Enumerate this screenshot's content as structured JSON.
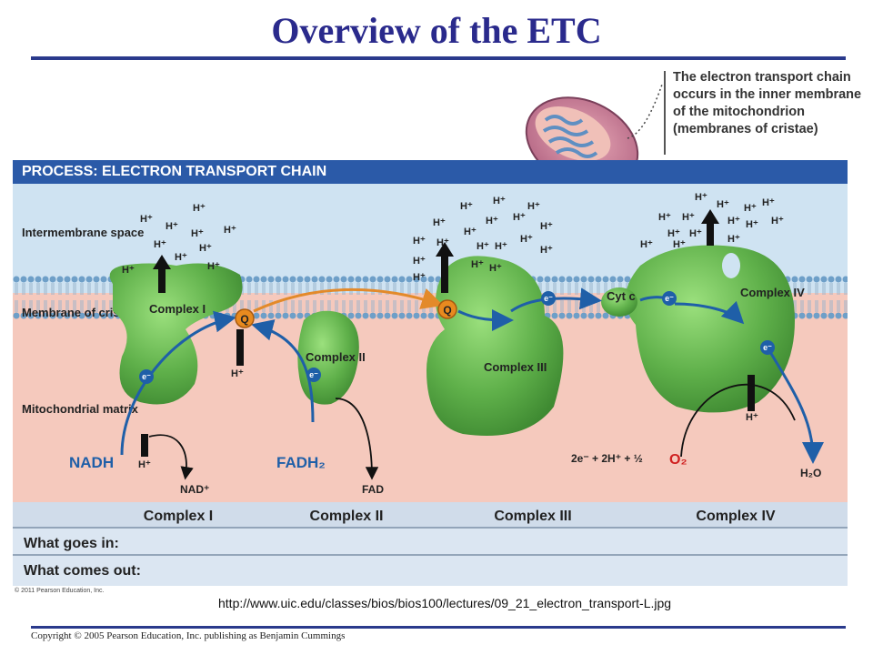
{
  "slide": {
    "title": "Overview of the ETC",
    "callout": "The electron transport chain occurs in the inner membrane of the mitochondrion (membranes of cristae)",
    "process_banner": "PROCESS: ELECTRON TRANSPORT CHAIN",
    "source_url": "http://www.uic.edu/classes/bios/bios100/lectures/09_21_electron_transport-L.jpg",
    "copyright_small": "© 2011 Pearson Education, Inc.",
    "copyright": "Copyright © 2005 Pearson Education, Inc. publishing as Benjamin Cummings"
  },
  "regions": {
    "intermembrane": "Intermembrane space",
    "membrane": "Membrane of cristae",
    "matrix": "Mitochondrial matrix"
  },
  "complexes": {
    "c1": "Complex I",
    "c2": "Complex II",
    "c3": "Complex III",
    "c4": "Complex IV",
    "cytc": "Cyt c",
    "q": "Q",
    "electron": "e⁻",
    "proton": "H⁺"
  },
  "substrates": {
    "nadh": "NADH",
    "nad": "NAD⁺",
    "fadh2": "FADH₂",
    "fad": "FAD",
    "reaction": "2e⁻  +  2H⁺  +  ½",
    "o2": "O₂",
    "h2o": "H₂O"
  },
  "table": {
    "headers": [
      "Complex I",
      "Complex II",
      "Complex III",
      "Complex IV"
    ],
    "row_goes_in": "What goes in:",
    "row_comes_out": "What comes out:"
  },
  "colors": {
    "title": "#2a2a8c",
    "banner": "#2b5aa8",
    "intermembrane": "#cfe3f2",
    "matrix": "#f5c9bd",
    "membrane_head": "#6e9fc8",
    "protein": "#5fb04a",
    "protein_dark": "#3f8a32",
    "electron_arrow": "#1f5fa8",
    "q_arrow": "#e38a2a",
    "q_badge": "#e88a1f",
    "o2": "#d02020"
  }
}
